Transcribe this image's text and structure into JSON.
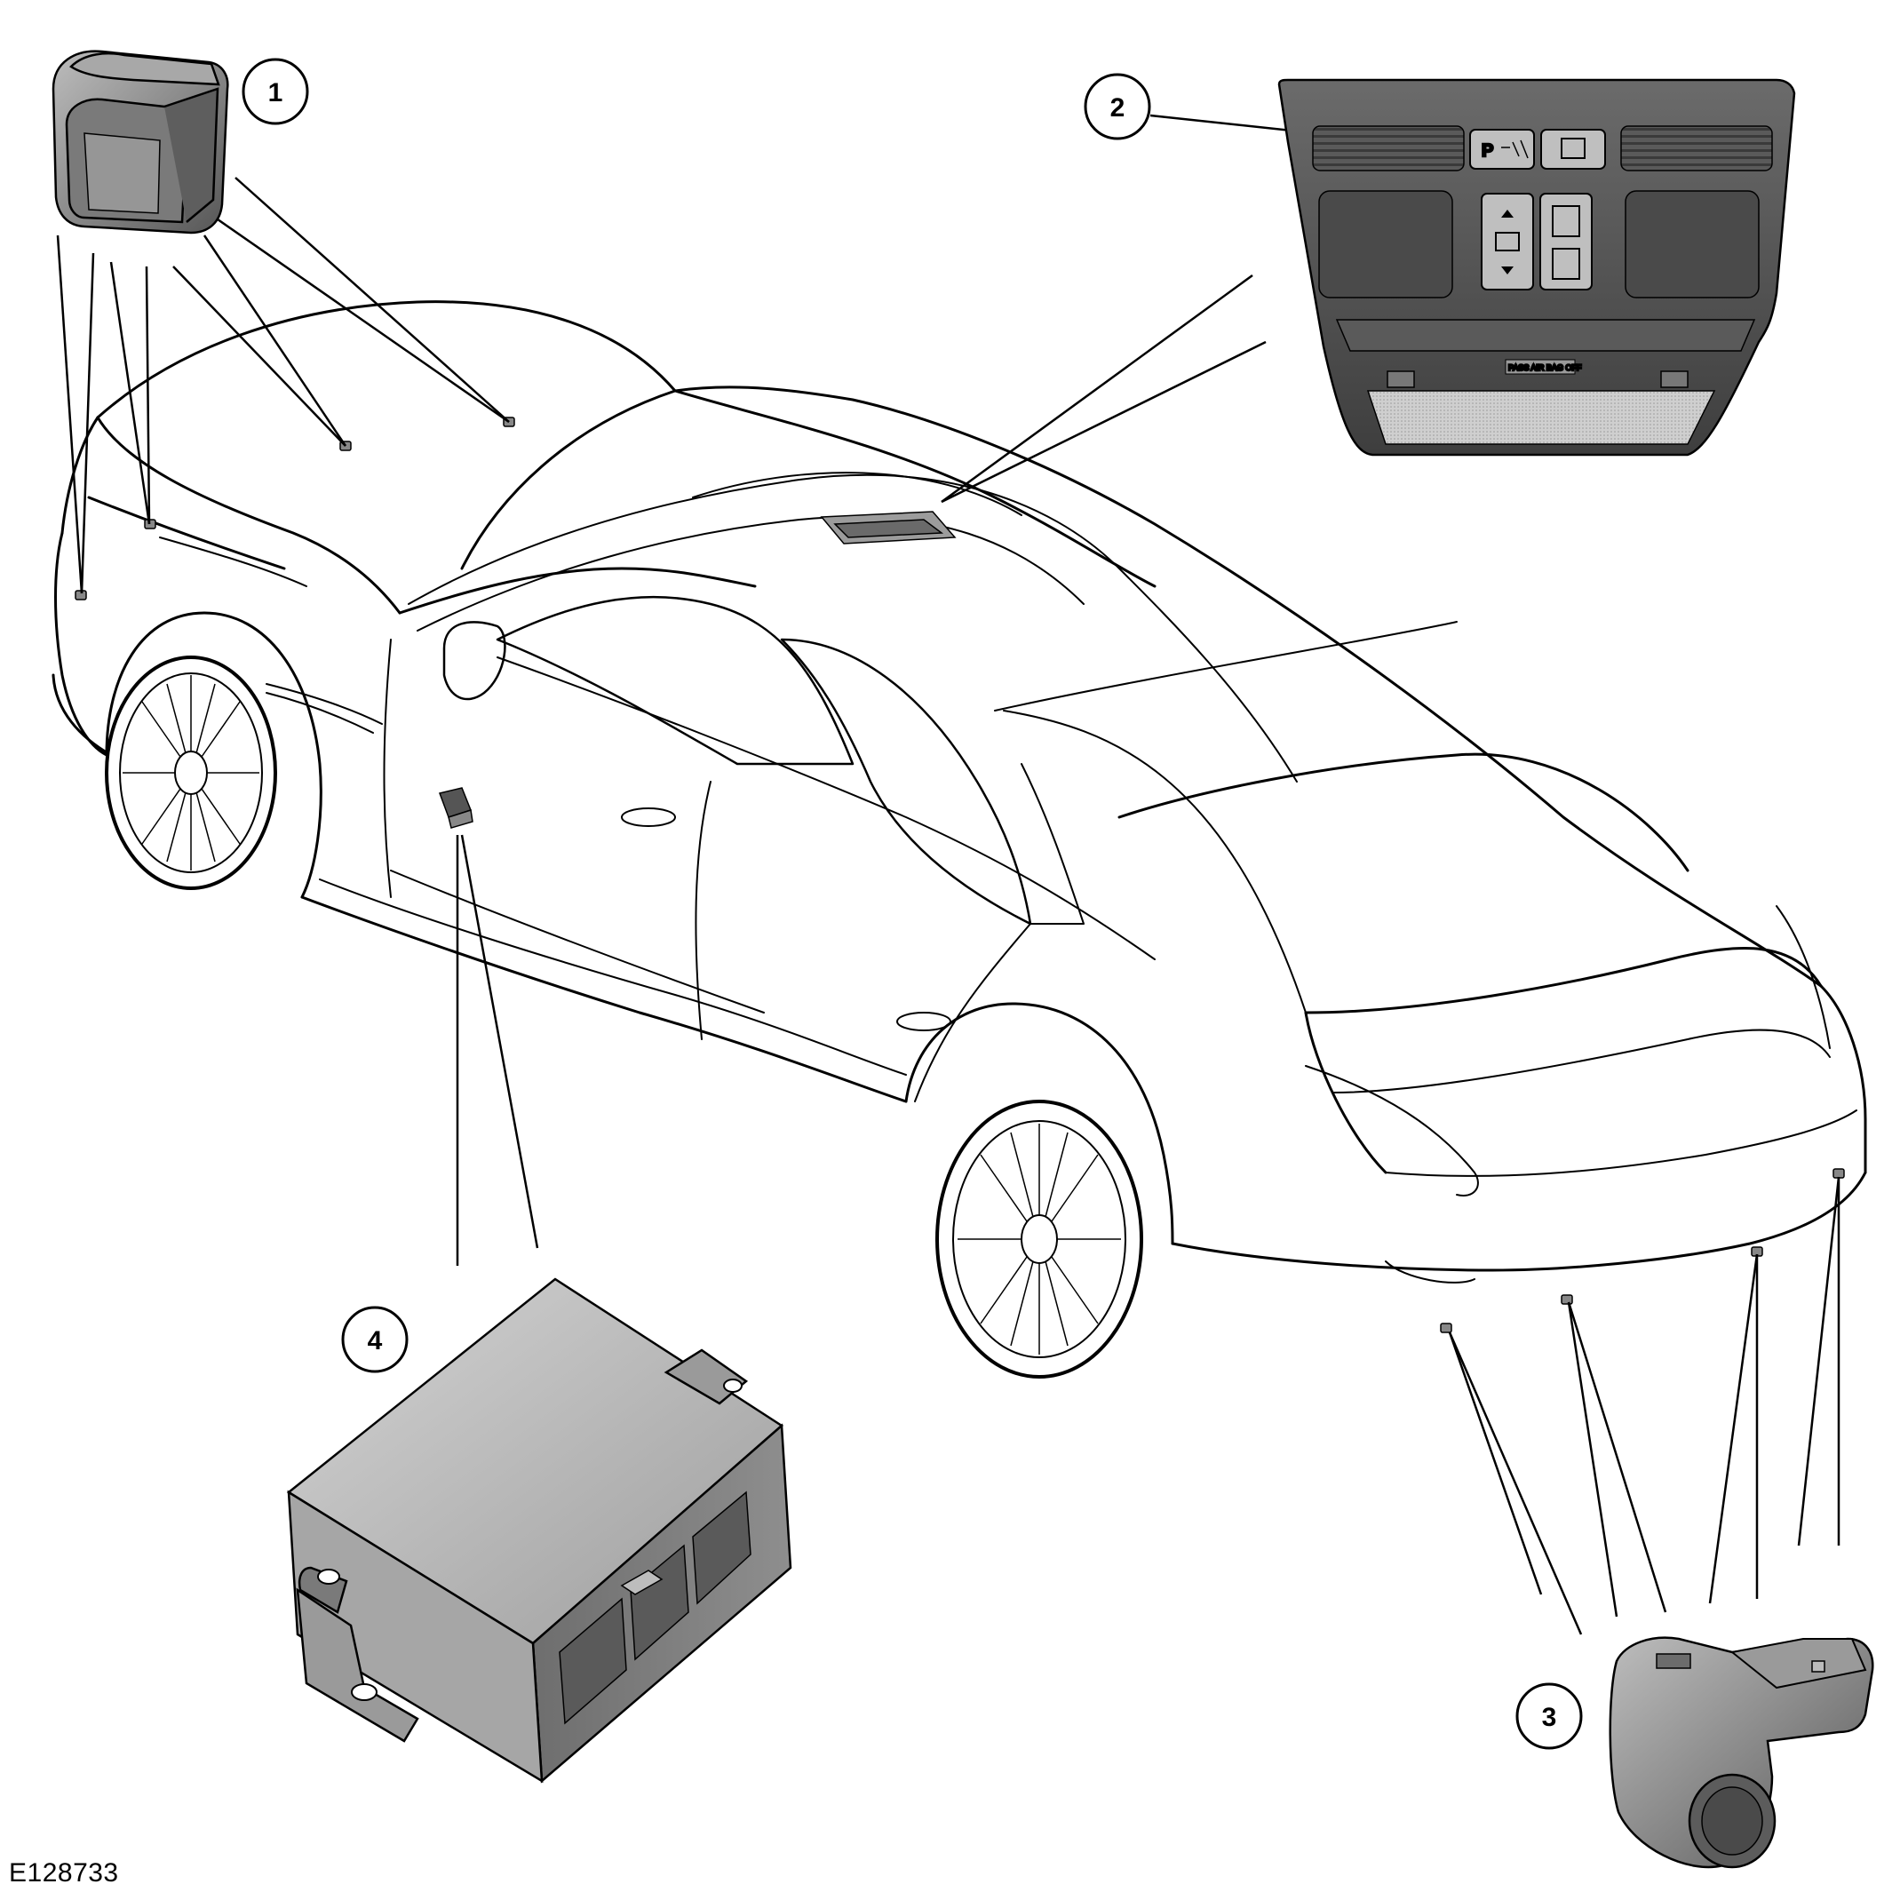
{
  "figure_id": "E128733",
  "callouts": [
    {
      "id": "1",
      "label": "1"
    },
    {
      "id": "2",
      "label": "2"
    },
    {
      "id": "3",
      "label": "3"
    },
    {
      "id": "4",
      "label": "4"
    }
  ],
  "overhead_panel": {
    "park_button_label": "P",
    "airbag_label": "PASS AIR BAG OFF"
  },
  "colors": {
    "line": "#000000",
    "component_dark": "#4a4a4a",
    "component_mid": "#8c8c8c",
    "component_light": "#cfcfcf",
    "background": "#ffffff"
  }
}
